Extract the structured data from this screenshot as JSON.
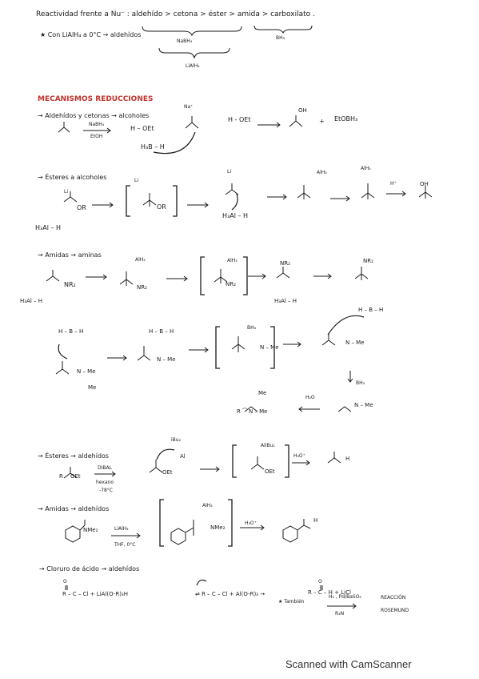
{
  "header": {
    "line1": "Reactividad frente a Nu⁻ :  aldehído > cetona > éster > amida > carboxilato .",
    "note": "★ Con LiAlH₄ a 0°C → aldehídos",
    "nabh4": "NaBH₄",
    "bh3": "BH₃",
    "lialh4": "LiAlH₄"
  },
  "section_title": "MECANISMOS REDUCCIONES",
  "s1": {
    "title": "→ Aldehídos y cetonas → alcoholes",
    "reagent_top": "NaBH₄",
    "reagent_bottom": "EtOH",
    "hoet": "H – OEt",
    "hoet2": "H - OEt",
    "h3b": "H₃B – H",
    "na": "Na⁺",
    "product_oh": "OH",
    "plus": "+",
    "etobh3": "EtOBH₃"
  },
  "s2": {
    "title": "→ Ésteres a alcoholes",
    "li": "Li",
    "or": "OR",
    "h3al": "H₃Al – H",
    "alh3": "AlH₃",
    "hplus": "H⁺",
    "oh": "OH",
    "h": "H"
  },
  "s3": {
    "title": "→ Amidas → aminas",
    "nr2": "NR₂",
    "alh3": "AlH₃",
    "h3al": "H₃Al – H",
    "hbh": "H – B – H",
    "bh3": "BH₃",
    "n_me": "N – Me",
    "me": "Me",
    "h2o": "H₂O",
    "product": "R ⁀ N – Me"
  },
  "s4": {
    "title": "→ Ésteres → aldehídos",
    "ibu2": "iBu₂",
    "al": "Al",
    "reagent1": "DIBAL",
    "reagent2": "hexano",
    "reagent3": "-78°C",
    "alibu2": "AliBu₂",
    "oet": "OEt",
    "h3o": "H₃O⁺",
    "r": "R",
    "h": "H"
  },
  "s5": {
    "title": "→ Amidas → aldehídos",
    "nme2": "NMe₂",
    "reagent1": "LiAlH₄",
    "reagent2": "THF, 0°C",
    "alh3": "AlH₃",
    "h3o": "H₃O⁺",
    "h": "H"
  },
  "s6": {
    "title": "→ Cloruro de ácido → aldehídos",
    "eq_left": "R – C – Cl  +  LiAl(O-R)₃H",
    "eq_mid": "⇌   R – C – Cl   +  Al(O-R)₃  →",
    "eq_right": "R – C – H  +  LiCl",
    "also": "★ También",
    "reagent_top": "H₂ , Pd/BaSO₄",
    "reagent_bottom": "R₃N",
    "name1": "REACCIÓN",
    "name2": "ROSEMUND",
    "o": "O"
  },
  "footer": {
    "text": "Scanned with CamScanner"
  }
}
